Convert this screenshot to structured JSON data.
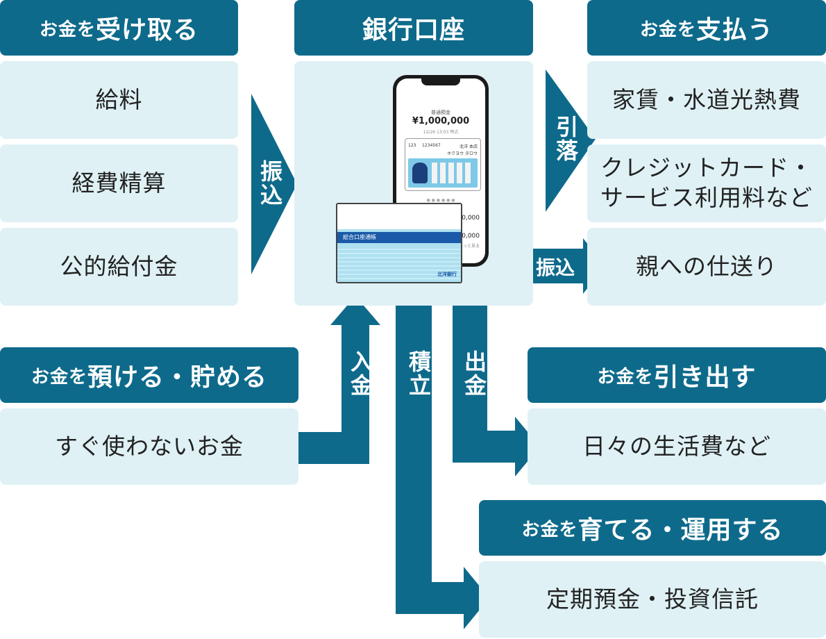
{
  "receive": {
    "header_prefix": "お金を",
    "header_main": "受け取る",
    "items": [
      "給料",
      "経費精算",
      "公的給付金"
    ],
    "arrow_label": "振込"
  },
  "bank": {
    "header": "銀行口座",
    "phone": {
      "account_label": "普通預金",
      "balance": "¥1,000,000",
      "sub": "12/26 13:03 時点",
      "branch_no": "123",
      "account_no": "1234567",
      "branch_name": "北洋 本店",
      "holder": "ホクヨウ タロウ",
      "amount1": "¥10,000",
      "amount2": "250,000",
      "more": "もっと見る"
    },
    "passbook": {
      "title": "総合口座通帳",
      "bank_name": "北洋銀行"
    }
  },
  "pay": {
    "header_prefix": "お金を",
    "header_main": "支払う",
    "arrow_debit": "引落",
    "arrow_transfer": "振込",
    "items": [
      "家賃・水道光熱費",
      "クレジットカード・\nサービス利用料など",
      "親への仕送り"
    ]
  },
  "save": {
    "header_prefix": "お金を",
    "header_main": "預ける・貯める",
    "item": "すぐ使わないお金",
    "arrow_label": "入金"
  },
  "flows": {
    "accumulate": "積立",
    "withdraw": "出金"
  },
  "withdraw": {
    "header_prefix": "お金を",
    "header_main": "引き出す",
    "item": "日々の生活費など"
  },
  "invest": {
    "header_prefix": "お金を",
    "header_main": "育てる・運用する",
    "item": "定期預金・投資信託"
  },
  "colors": {
    "primary": "#0e6a8b",
    "light": "#dff1f5",
    "text": "#222222"
  }
}
